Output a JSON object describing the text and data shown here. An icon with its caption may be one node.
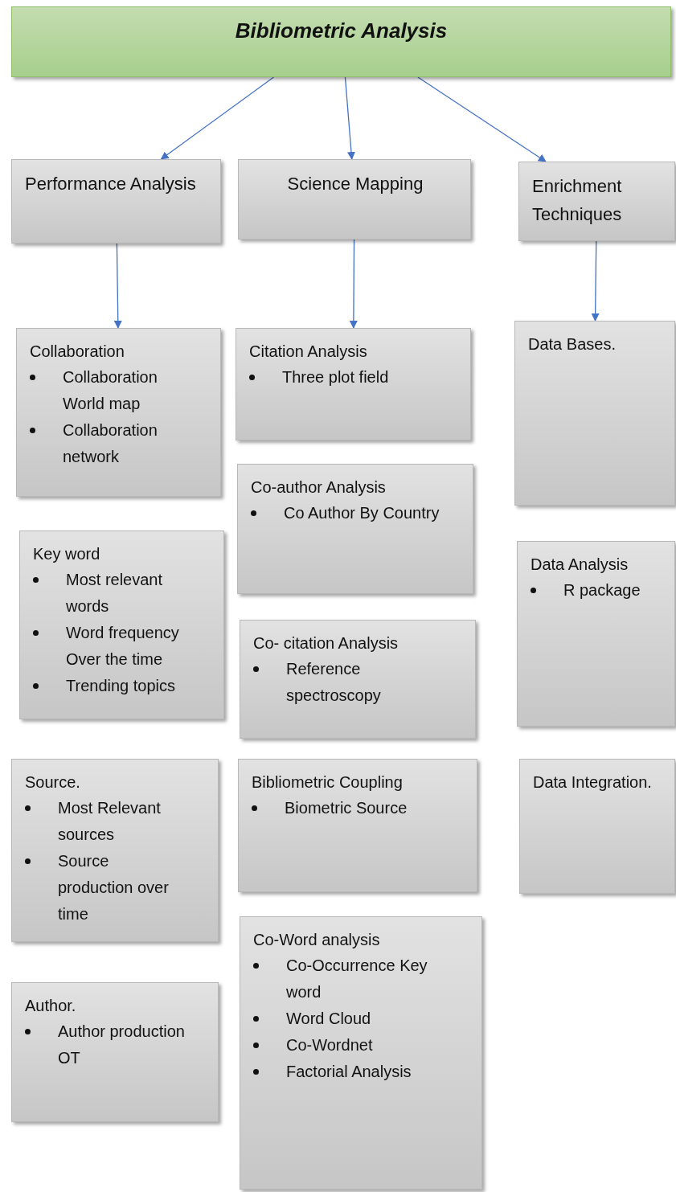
{
  "diagram": {
    "nodes": [
      {
        "text": [
          "Bibliometric Analysis"
        ]
      },
      {
        "text": [
          "Performance Analysis"
        ]
      },
      {
        "text": [
          "Science Mapping"
        ]
      },
      {
        "text": [
          "Enrichment Techniques"
        ]
      },
      {
        "text": [
          "Collaboration",
          "Collaboration World map",
          "Collaboration network"
        ]
      },
      {
        "text": [
          "Key word",
          "Most relevant words",
          "Word frequency Over the time",
          "Trending topics"
        ]
      },
      {
        "text": [
          "Source.",
          "Most Relevant sources",
          "Source production over time"
        ]
      },
      {
        "text": [
          "Author.",
          "Author production OT"
        ]
      },
      {
        "text": [
          "Citation Analysis",
          "Three plot field"
        ]
      },
      {
        "text": [
          "Co-author Analysis",
          "Co Author By Country"
        ]
      },
      {
        "text": [
          "Co- citation Analysis",
          "Reference spectroscopy"
        ]
      },
      {
        "text": [
          "Bibliometric Coupling",
          "Biometric Source"
        ]
      },
      {
        "text": [
          "Co-Word analysis",
          "Co-Occurrence Key word",
          "Word Cloud",
          "Co-Wordnet",
          "Factorial Analysis"
        ]
      },
      {
        "text": [
          "Data Bases."
        ]
      },
      {
        "text": [
          "Data Analysis",
          "R package"
        ]
      },
      {
        "text": [
          "Data Integration."
        ]
      }
    ],
    "edges": [
      {
        "from": 0,
        "to": 1,
        "arrow": "to"
      },
      {
        "from": 0,
        "to": 2,
        "arrow": "to"
      },
      {
        "from": 0,
        "to": 3,
        "arrow": "to"
      },
      {
        "from": 1,
        "to": 4,
        "arrow": "to"
      },
      {
        "from": 2,
        "to": 8,
        "arrow": "to"
      },
      {
        "from": 3,
        "to": 13,
        "arrow": "to"
      }
    ]
  }
}
